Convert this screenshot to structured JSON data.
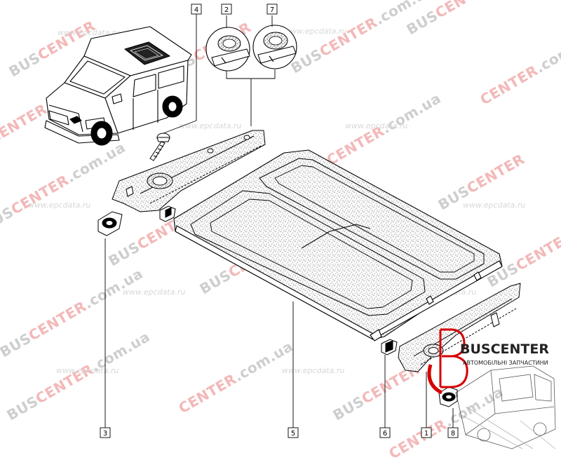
{
  "callouts": [
    {
      "label": "1"
    },
    {
      "label": "2"
    },
    {
      "label": "3"
    },
    {
      "label": "4"
    },
    {
      "label": "5"
    },
    {
      "label": "6"
    },
    {
      "label": "7"
    },
    {
      "label": "8"
    }
  ],
  "watermark": {
    "bus": "BUS",
    "center": "CENTER",
    "com": ".com.ua",
    "epc": "www.epcdata.ru",
    "color_red": "#f2b0b0",
    "color_grey": "#c9c9c9"
  },
  "logo": {
    "name": "BUSCENTER",
    "tagline": "АВТОМОБІЛЬНІ ЗАПЧАСТИНИ",
    "accent": "#d40000"
  }
}
